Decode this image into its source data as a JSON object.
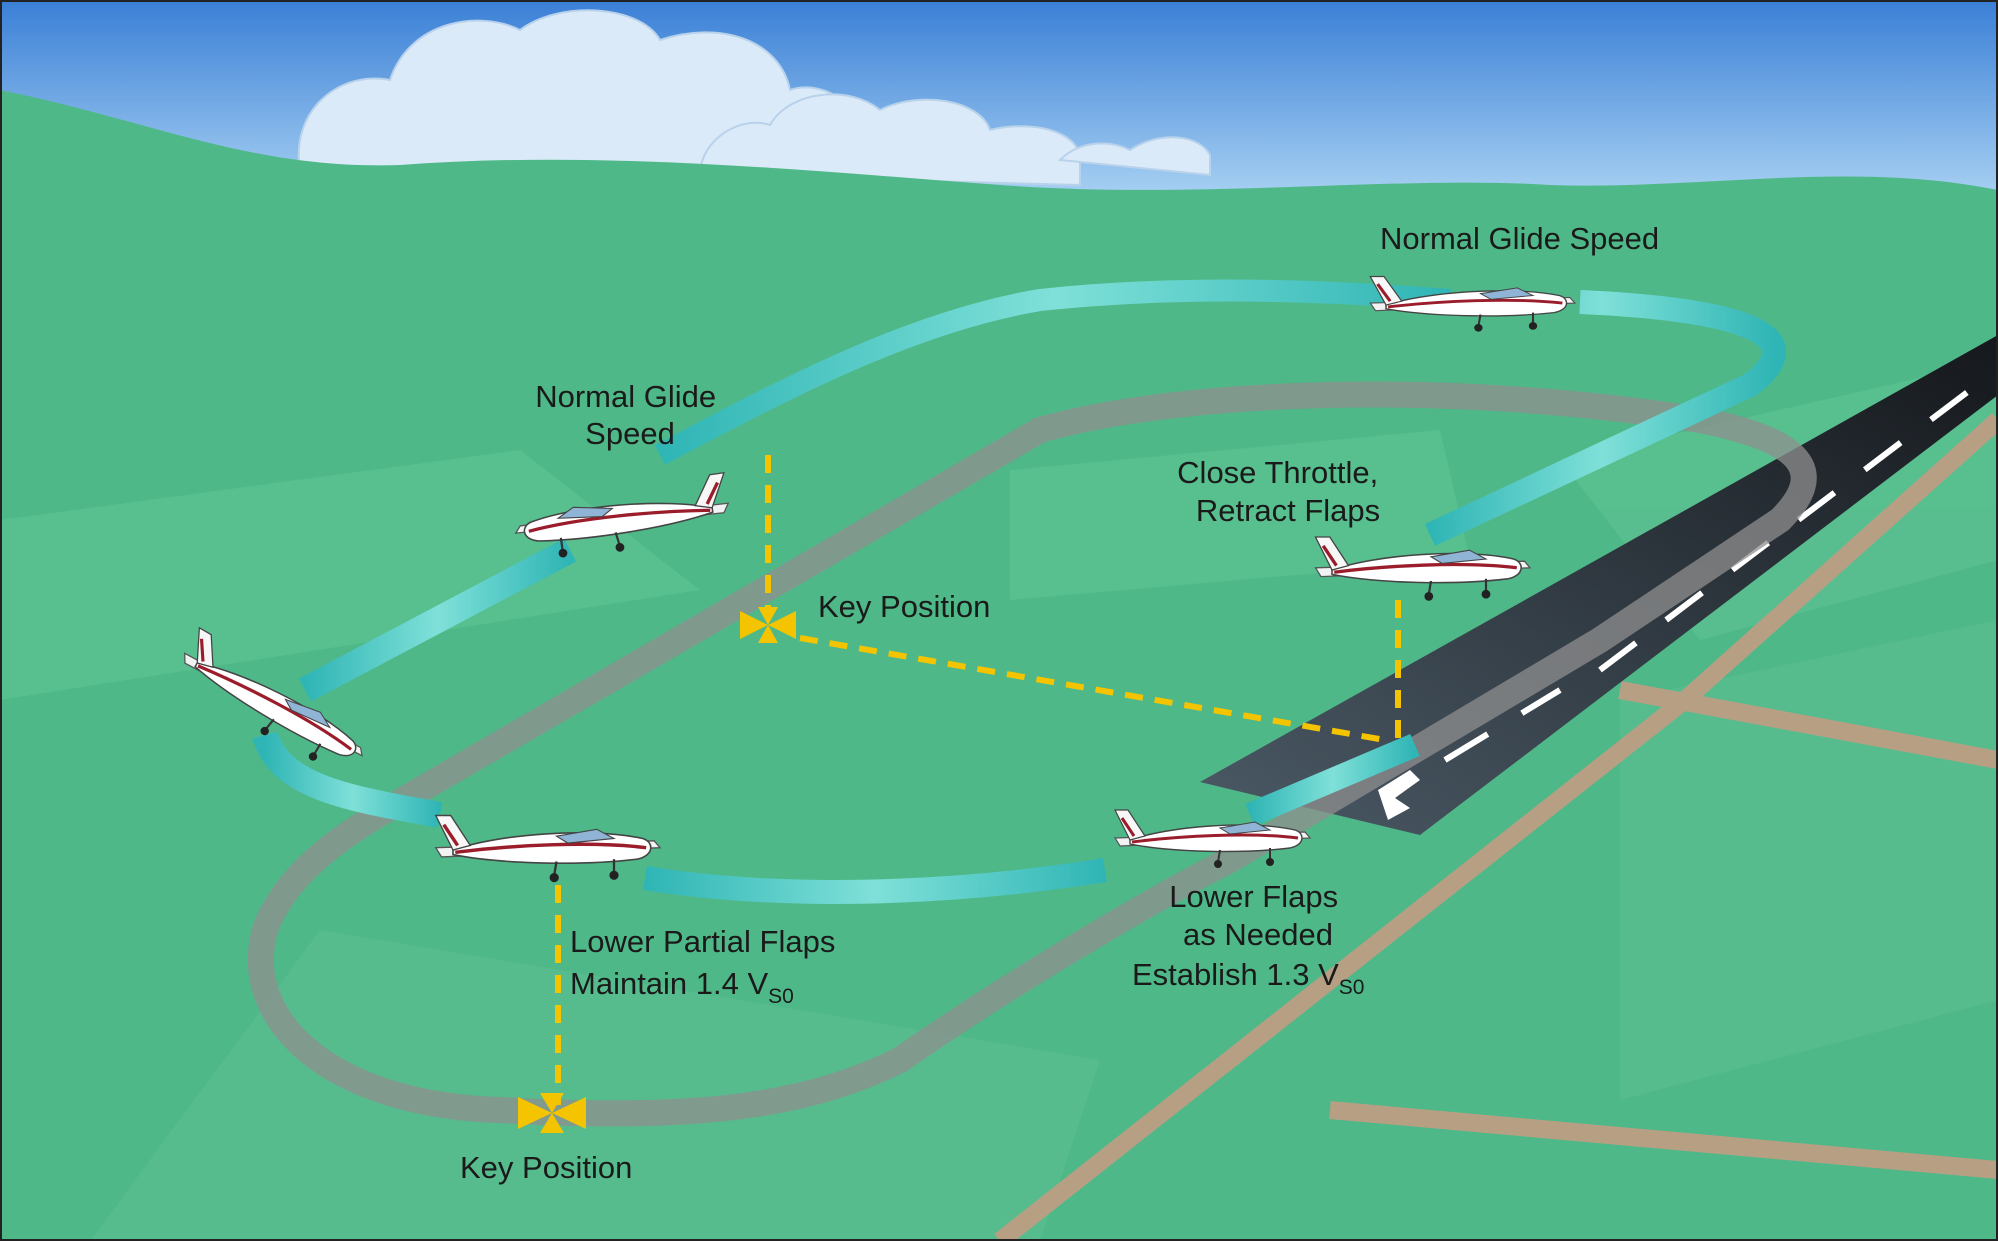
{
  "labels": {
    "normal_glide_speed_top": "Normal Glide Speed",
    "normal_glide_speed_left_line1": "Normal Glide",
    "normal_glide_speed_left_line2": "Speed",
    "close_throttle_line1": "Close Throttle,",
    "close_throttle_line2": "Retract Flaps",
    "key_position_upper": "Key Position",
    "key_position_lower": "Key Position",
    "lower_partial_flaps_line1": "Lower Partial Flaps",
    "lower_partial_flaps_line2": "Maintain 1.4 V",
    "lower_partial_flaps_sub": "S0",
    "lower_flaps_line1": "Lower Flaps",
    "lower_flaps_line2": "as Needed",
    "lower_flaps_line3": "Establish 1.3 V",
    "lower_flaps_sub": "S0"
  },
  "colors": {
    "sky": "#5b9be0",
    "ground": "#4fb888",
    "flight_path": "#3ec4c0",
    "ground_track": "#9a9a9a",
    "runway": "#2b2f36",
    "marker": "#f5c400",
    "aircraft_stripe": "#9b1c2a"
  }
}
